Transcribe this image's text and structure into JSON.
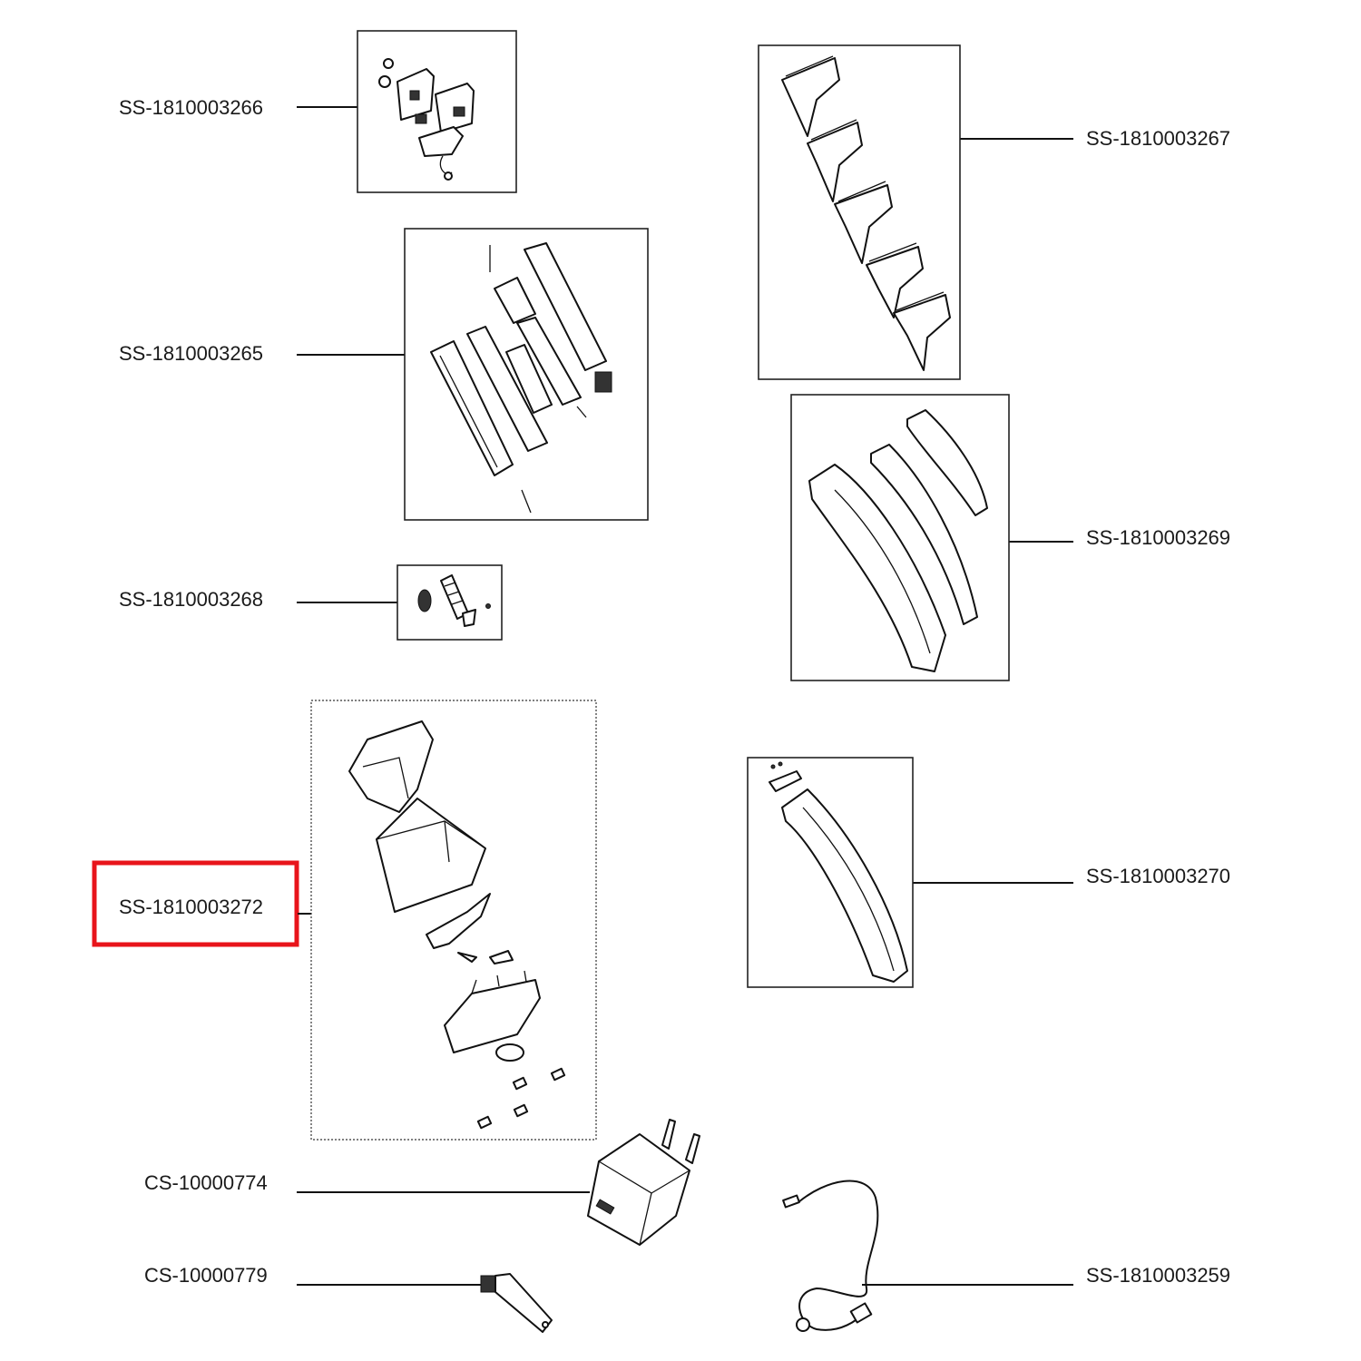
{
  "parts": [
    {
      "id": "SS-1810003266"
    },
    {
      "id": "SS-1810003265"
    },
    {
      "id": "SS-1810003268"
    },
    {
      "id": "SS-1810003272",
      "highlighted": true
    },
    {
      "id": "CS-10000774"
    },
    {
      "id": "CS-10000779"
    },
    {
      "id": "SS-1810003267"
    },
    {
      "id": "SS-1810003269"
    },
    {
      "id": "SS-1810003270"
    },
    {
      "id": "SS-1810003259"
    }
  ],
  "highlight_color": "#e8141b"
}
